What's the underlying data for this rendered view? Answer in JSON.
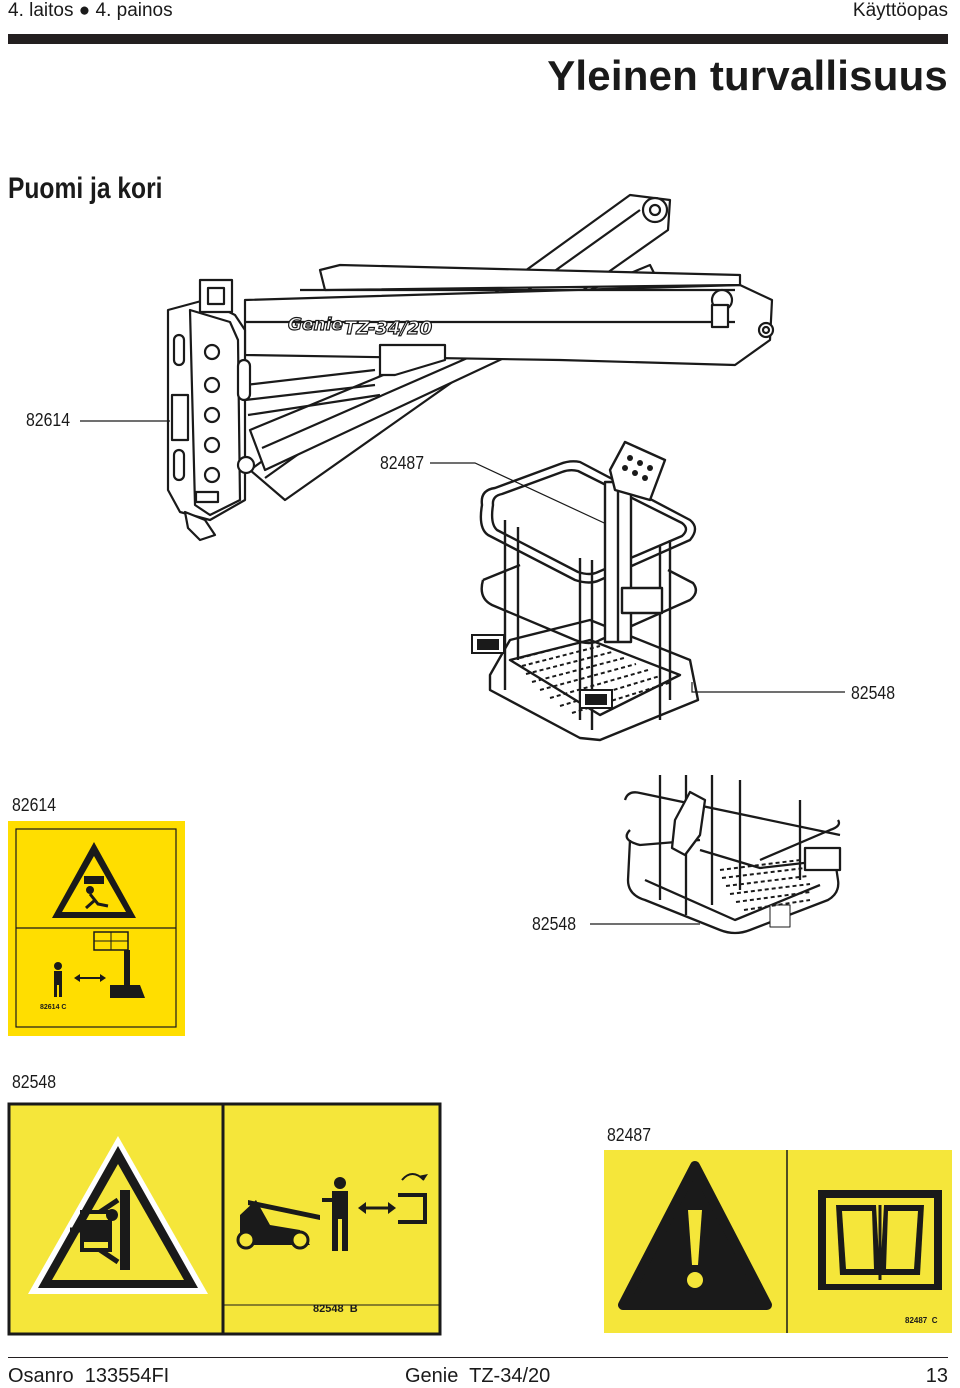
{
  "header": {
    "left": "4. laitos ● 4. painos",
    "right": "Käyttöopas"
  },
  "title": "Yleinen turvallisuus",
  "subtitle": "Puomi ja kori",
  "callouts": {
    "boom_decal": "82614",
    "platform_decal_top": "82487",
    "platform_decal_side": "82548",
    "bottom_platform_decal": "82548"
  },
  "decals": {
    "d82614": {
      "caption": "82614",
      "code": "82614 C",
      "color": "#ffde00"
    },
    "d82548": {
      "caption": "82548",
      "code": "82548  B",
      "color": "#f5e63a"
    },
    "d82487": {
      "caption": "82487",
      "code": "82487  C",
      "color": "#f5e63a"
    }
  },
  "machine_brand": "Genie",
  "machine_model": "TZ-34/20",
  "footer": {
    "left": "Osanro  133554FI",
    "center": "Genie  TZ-34/20",
    "page": "13"
  }
}
